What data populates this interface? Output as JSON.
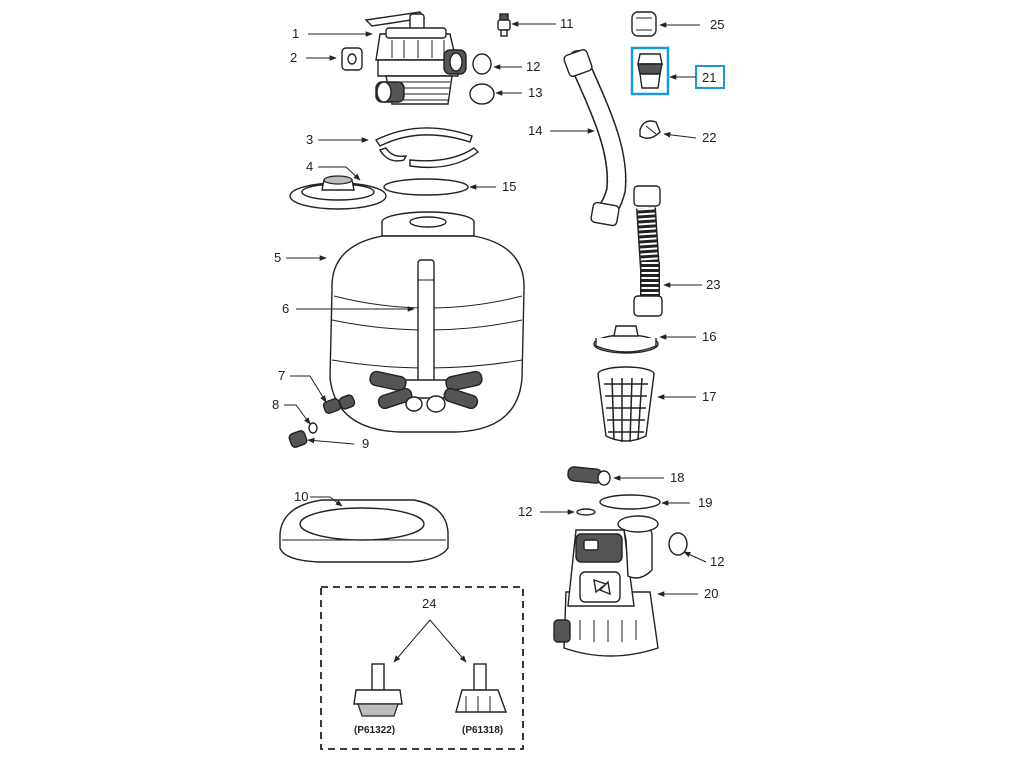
{
  "callouts": {
    "c1": "1",
    "c2": "2",
    "c3": "3",
    "c4": "4",
    "c5": "5",
    "c6": "6",
    "c7": "7",
    "c8": "8",
    "c9": "9",
    "c10": "10",
    "c11": "11",
    "c12a": "12",
    "c12b": "12",
    "c12c": "12",
    "c13": "13",
    "c14": "14",
    "c15": "15",
    "c16": "16",
    "c17": "17",
    "c18": "18",
    "c19": "19",
    "c20": "20",
    "c21": "21",
    "c22": "22",
    "c23": "23",
    "c24": "24",
    "c25": "25"
  },
  "variants": {
    "left": "(P61322)",
    "right": "(P61318)"
  },
  "colors": {
    "highlight": "#1a9ad6",
    "line": "#222222"
  }
}
